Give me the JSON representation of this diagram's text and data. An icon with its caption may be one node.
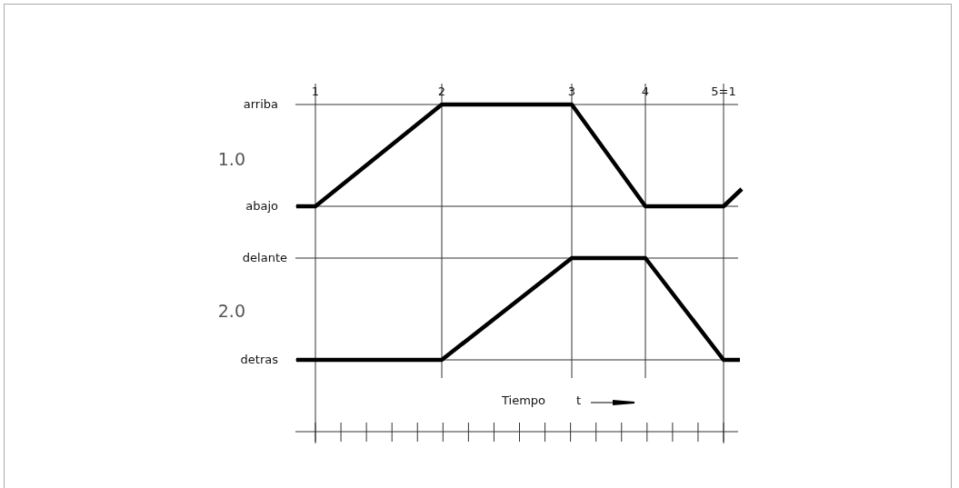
{
  "diagram": {
    "labels": [
      "1",
      "2",
      "3",
      "4",
      "5=1",
      "arriba",
      "1.0",
      "abajo",
      "delante",
      "2.0",
      "detras",
      "Tiempo",
      "t"
    ]
  }
}
